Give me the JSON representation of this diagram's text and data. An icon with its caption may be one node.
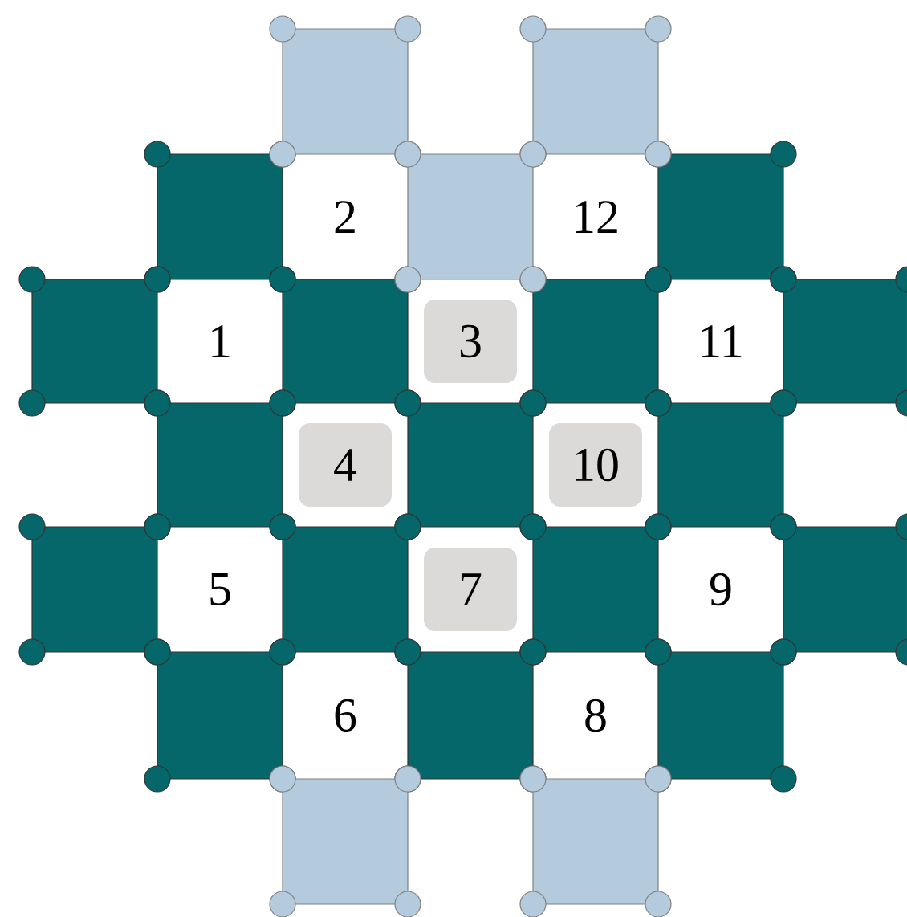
{
  "diagram": {
    "nodes": [
      {
        "text": [
          "3"
        ]
      },
      {
        "text": [
          "4"
        ]
      },
      {
        "text": [
          "10"
        ]
      },
      {
        "text": [
          "7"
        ]
      }
    ],
    "labels": [
      "2",
      "12",
      "1",
      "11",
      "5",
      "9",
      "6",
      "8"
    ]
  }
}
